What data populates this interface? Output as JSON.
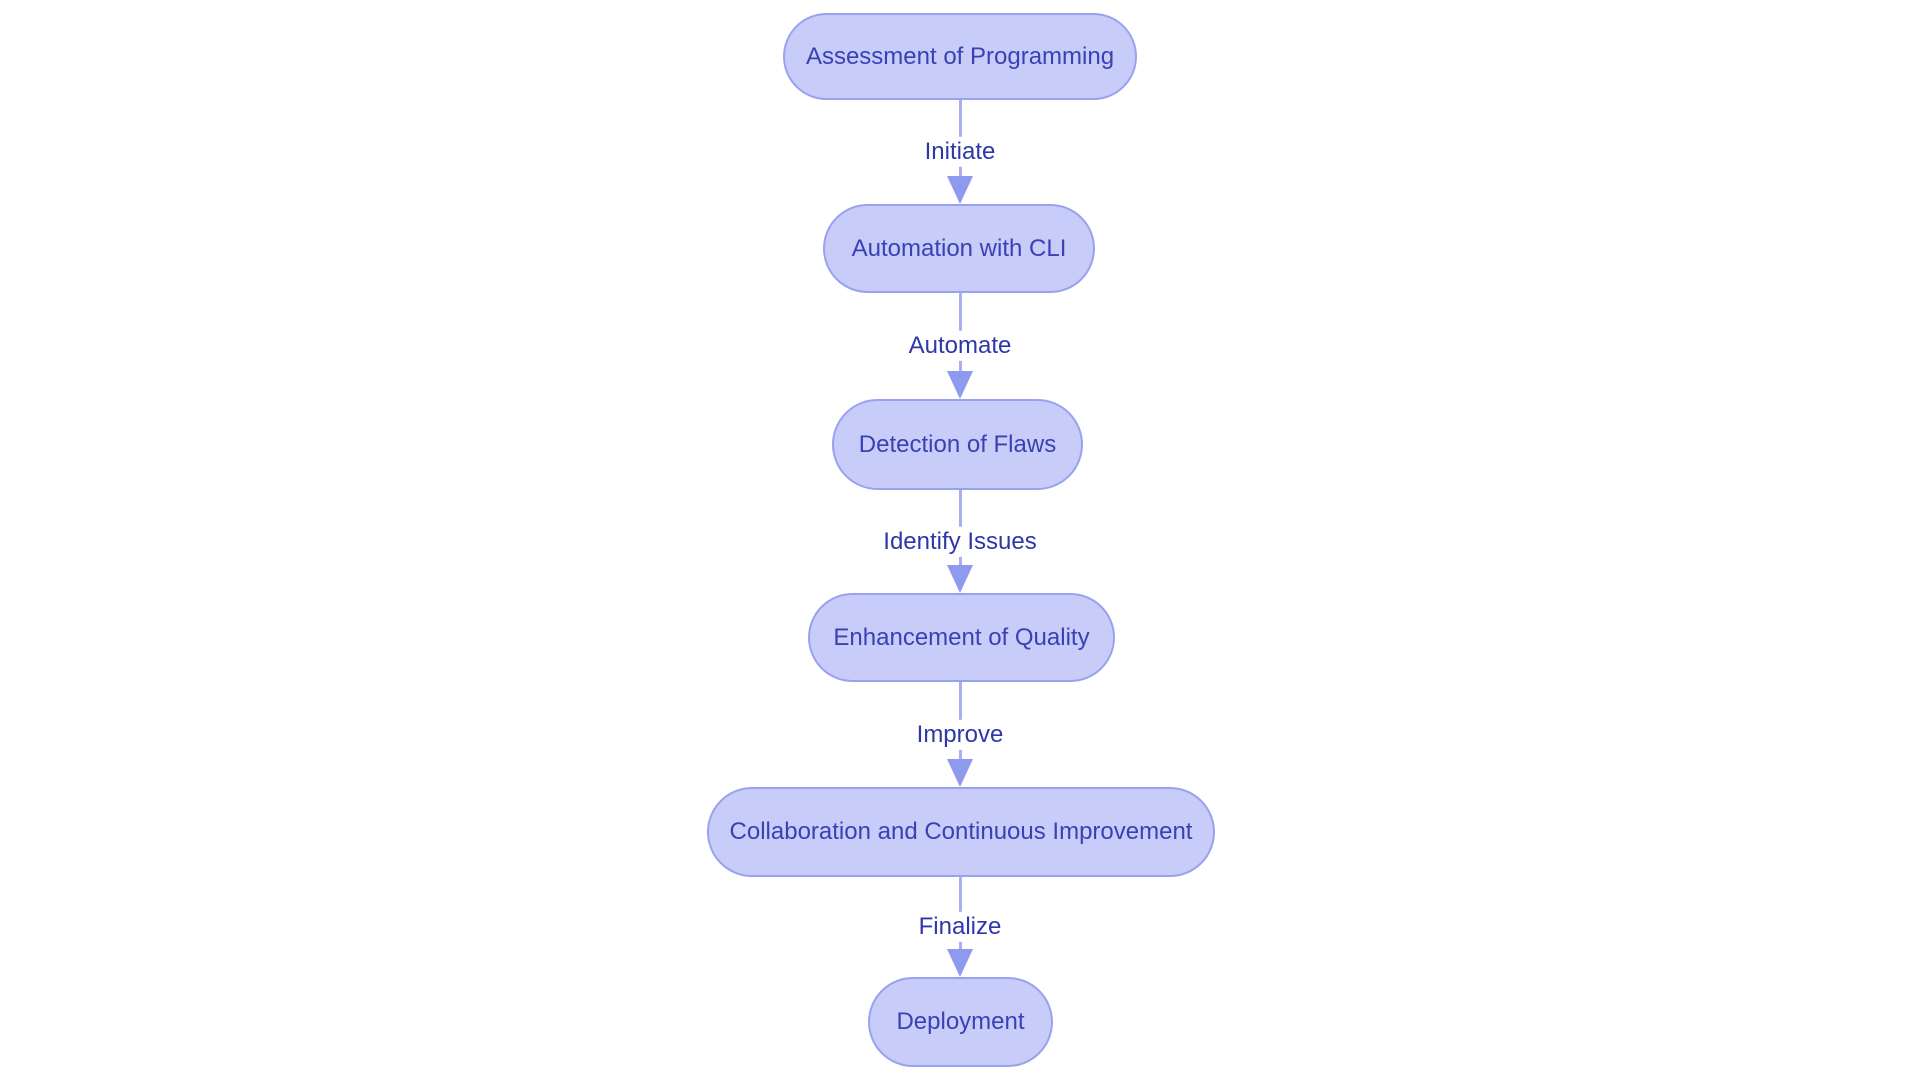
{
  "page": {
    "background_color": "#ffffff",
    "type": "flowchart-diagram",
    "direction": "top-down"
  },
  "flowchart": {
    "colors": {
      "node_fill": "#c8ccf8",
      "node_border": "#9aa1ee",
      "node_text": "#3a41b5",
      "edge_line": "#a9b0f2",
      "arrowhead": "#8f99ed",
      "edge_label_text": "#2c38a8",
      "canvas_background": "#ffffff"
    },
    "nodes": [
      {
        "label": "Assessment of Programming"
      },
      {
        "label": "Automation with CLI"
      },
      {
        "label": "Detection of Flaws"
      },
      {
        "label": "Enhancement of Quality"
      },
      {
        "label": "Collaboration and Continuous Improvement"
      },
      {
        "label": "Deployment"
      }
    ],
    "edges": [
      {
        "from": "Assessment of Programming",
        "to": "Automation with CLI",
        "label": "Initiate"
      },
      {
        "from": "Automation with CLI",
        "to": "Detection of Flaws",
        "label": "Automate"
      },
      {
        "from": "Detection of Flaws",
        "to": "Enhancement of Quality",
        "label": "Identify Issues"
      },
      {
        "from": "Enhancement of Quality",
        "to": "Collaboration and Continuous Improvement",
        "label": "Improve"
      },
      {
        "from": "Collaboration and Continuous Improvement",
        "to": "Deployment",
        "label": "Finalize"
      }
    ]
  }
}
